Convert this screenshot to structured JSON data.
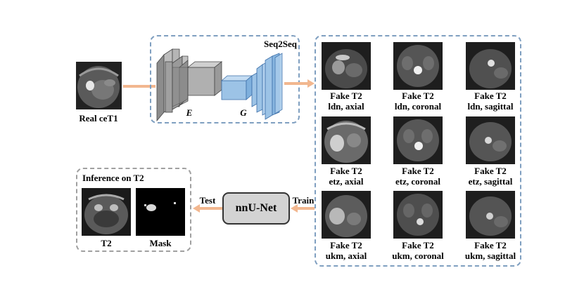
{
  "input": {
    "label": "Real ceT1"
  },
  "seq2seq": {
    "title": "Seq2Seq",
    "encoder_label": "E",
    "generator_label": "G"
  },
  "fake_images": [
    {
      "line1": "Fake T2",
      "line2": "ldn, axial"
    },
    {
      "line1": "Fake T2",
      "line2": "ldn, coronal"
    },
    {
      "line1": "Fake T2",
      "line2": "ldn, sagittal"
    },
    {
      "line1": "Fake T2",
      "line2": "etz, axial"
    },
    {
      "line1": "Fake T2",
      "line2": "etz, coronal"
    },
    {
      "line1": "Fake T2",
      "line2": "etz, sagittal"
    },
    {
      "line1": "Fake T2",
      "line2": "ukm, axial"
    },
    {
      "line1": "Fake T2",
      "line2": "ukm, coronal"
    },
    {
      "line1": "Fake T2",
      "line2": "ukm, sagittal"
    }
  ],
  "model": {
    "label": "nnU-Net",
    "train_label": "Train",
    "test_label": "Test"
  },
  "inference": {
    "title": "Inference on T2",
    "t2_label": "T2",
    "mask_label": "Mask"
  },
  "colors": {
    "blue_box": "#7f9fc0",
    "arrow": "#f2b78f",
    "encoder": "#a9a9a9",
    "generator": "#9cc3e6"
  }
}
